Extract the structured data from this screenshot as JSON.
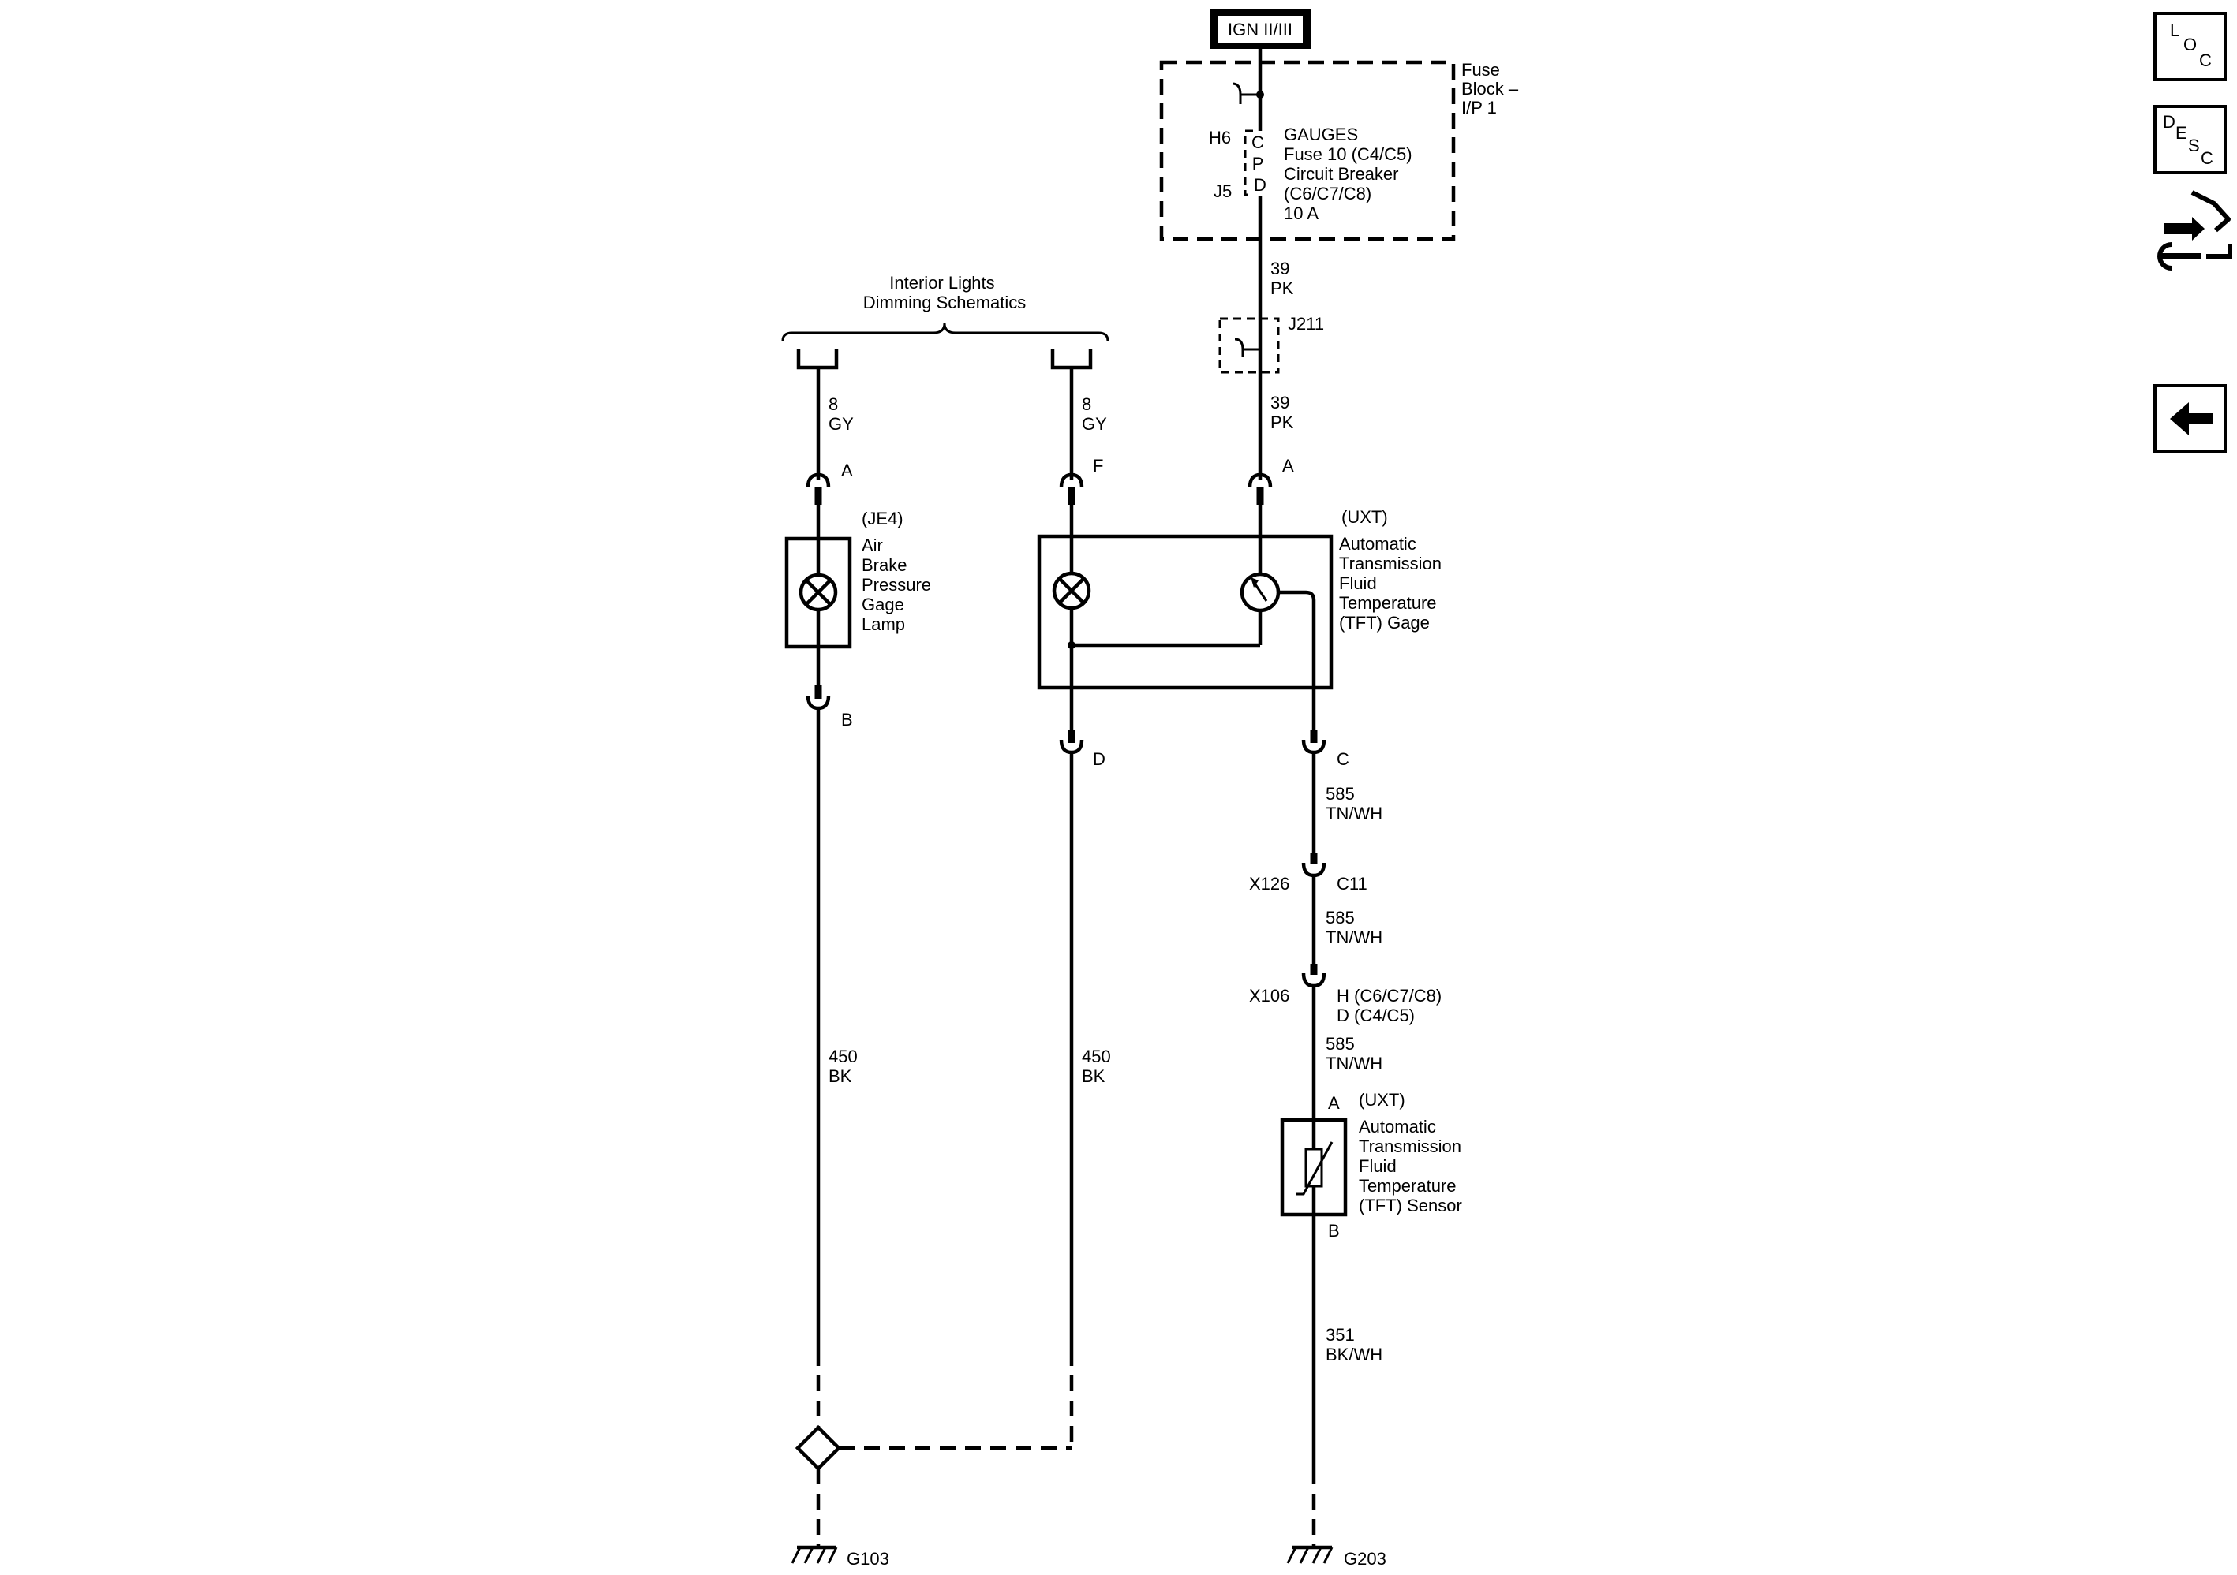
{
  "power_source": "IGN II/III",
  "fuse_block": {
    "label_lines": [
      "Fuse",
      "Block –",
      "I/P 1"
    ],
    "terminal_top": "H6",
    "terminal_bottom": "J5",
    "cpd_letters": [
      "C",
      "P",
      "D"
    ],
    "fuse_lines": [
      "GAUGES",
      "Fuse 10 (C4/C5)",
      "Circuit Breaker",
      "(C6/C7/C8)",
      "10 A"
    ]
  },
  "splice": "J211",
  "dimming": {
    "title_lines": [
      "Interior Lights",
      "Dimming Schematics"
    ]
  },
  "wires": {
    "pk_upper": {
      "circuit": "39",
      "color": "PK"
    },
    "pk_lower": {
      "circuit": "39",
      "color": "PK"
    },
    "gy_left": {
      "circuit": "8",
      "color": "GY"
    },
    "gy_right": {
      "circuit": "8",
      "color": "GY"
    },
    "bk_left": {
      "circuit": "450",
      "color": "BK"
    },
    "bk_right": {
      "circuit": "450",
      "color": "BK"
    },
    "tn_1": {
      "circuit": "585",
      "color": "TN/WH"
    },
    "tn_2": {
      "circuit": "585",
      "color": "TN/WH"
    },
    "tn_3": {
      "circuit": "585",
      "color": "TN/WH"
    },
    "bkwh": {
      "circuit": "351",
      "color": "BK/WH"
    }
  },
  "pins": {
    "lamp_a": "A",
    "lamp_b": "B",
    "gage_f": "F",
    "gage_a": "A",
    "gage_d": "D",
    "gage_c": "C",
    "sensor_a": "A",
    "sensor_b": "B"
  },
  "lamp": {
    "option": "(JE4)",
    "name_lines": [
      "Air",
      "Brake",
      "Pressure",
      "Gage",
      "Lamp"
    ]
  },
  "gage": {
    "option": "(UXT)",
    "name_lines": [
      "Automatic",
      "Transmission",
      "Fluid",
      "Temperature",
      "(TFT) Gage"
    ]
  },
  "sensor": {
    "option": "(UXT)",
    "name_lines": [
      "Automatic",
      "Transmission",
      "Fluid",
      "Temperature",
      "(TFT) Sensor"
    ]
  },
  "connectors": {
    "x126": {
      "name": "X126",
      "pin": "C11"
    },
    "x106": {
      "name": "X106",
      "pin_lines": [
        "H (C6/C7/C8)",
        "D (C4/C5)"
      ]
    }
  },
  "grounds": {
    "left": "G103",
    "right": "G203"
  },
  "nav": {
    "loc": {
      "l": "L",
      "o": "O",
      "c": "C"
    },
    "desc": {
      "d": "D",
      "e": "E",
      "s": "S",
      "c": "C"
    }
  }
}
